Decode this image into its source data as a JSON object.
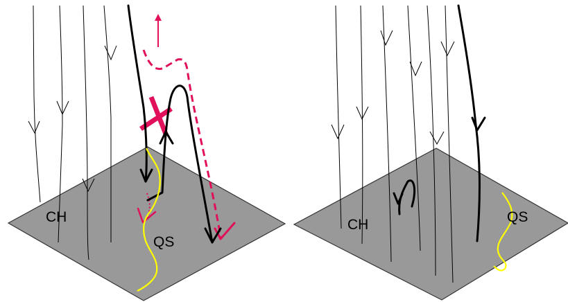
{
  "colors": {
    "surface": "#999999",
    "surface_edge": "#333333",
    "field_line": "#000000",
    "reconnected_line": "#e0105a",
    "boundary": "#ffff00"
  },
  "panels": [
    {
      "name": "left",
      "labels": {
        "coronal_hole": "CH",
        "quiet_sun": "QS"
      },
      "icons": [
        "cross-mark-icon",
        "up-arrow-icon"
      ]
    },
    {
      "name": "right",
      "labels": {
        "coronal_hole": "CH",
        "quiet_sun": "QS"
      },
      "icons": []
    }
  ]
}
